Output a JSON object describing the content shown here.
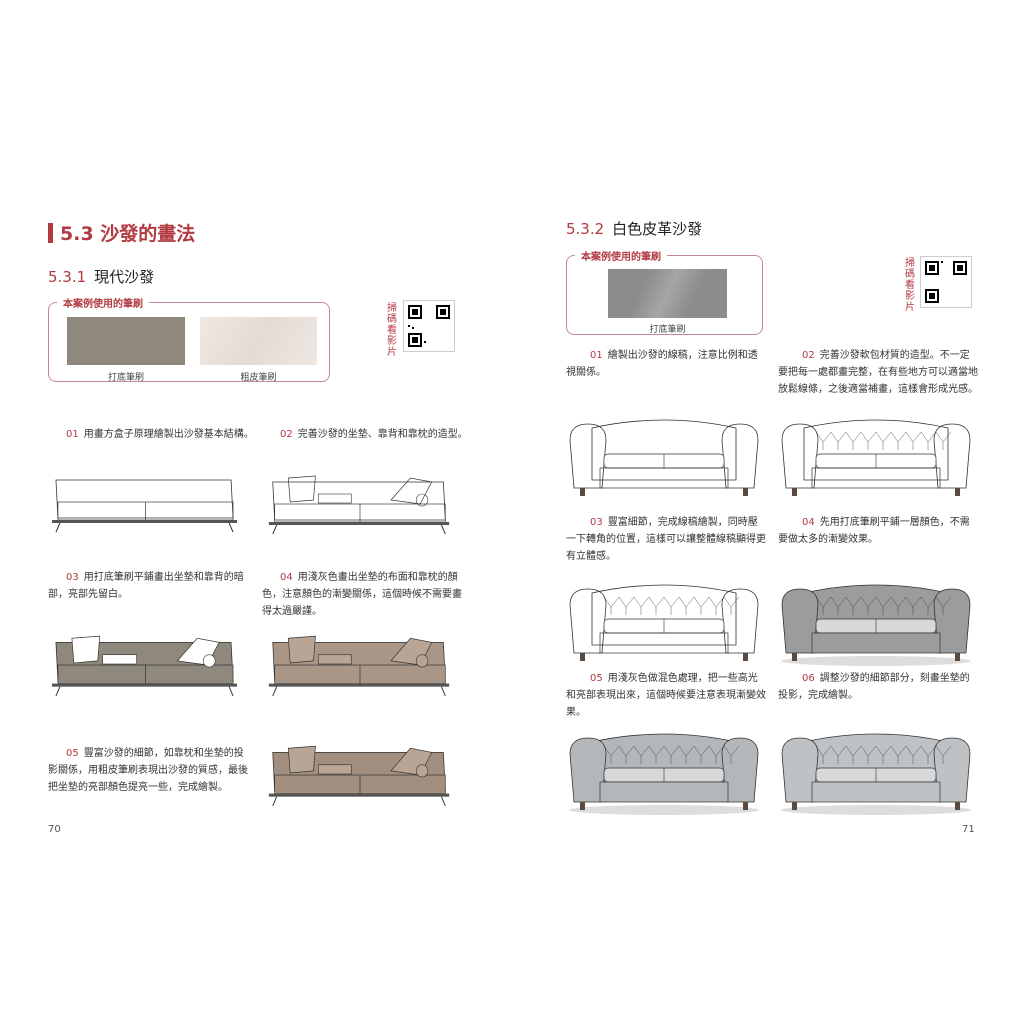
{
  "left_page": {
    "section_title": "5.3 沙發的畫法",
    "subsection_number": "5.3.1",
    "subsection_title": "現代沙發",
    "brush_box_label": "本案例使用的筆刷",
    "brushes": [
      {
        "name": "打底筆刷",
        "color": "#8f887c"
      },
      {
        "name": "粗皮筆刷",
        "color": "#ebe3de"
      }
    ],
    "qr_label": "掃碼看影片",
    "steps": [
      {
        "num": "01",
        "text": "用畫方盒子原理繪製出沙發基本結構。"
      },
      {
        "num": "02",
        "text": "完善沙發的坐墊、靠背和靠枕的造型。"
      },
      {
        "num": "03",
        "text": "用打底筆刷平鋪畫出坐墊和靠背的暗部，亮部先留白。"
      },
      {
        "num": "04",
        "text": "用淺灰色畫出坐墊的布面和靠枕的顏色，注意顏色的漸變關係，這個時候不需要畫得太過嚴謹。"
      },
      {
        "num": "05",
        "text": "豐富沙發的細節，如靠枕和坐墊的投影關係，用粗皮筆刷表現出沙發的質感，最後把坐墊的亮部顏色提亮一些，完成繪製。"
      }
    ],
    "page_number": "70"
  },
  "right_page": {
    "subsection_number": "5.3.2",
    "subsection_title": "白色皮革沙發",
    "brush_box_label": "本案例使用的筆刷",
    "brushes": [
      {
        "name": "打底筆刷",
        "color": "#8a8c8d"
      }
    ],
    "qr_label": "掃碼看影片",
    "steps": [
      {
        "num": "01",
        "text": "繪製出沙發的線稿，注意比例和透視關係。"
      },
      {
        "num": "02",
        "text": "完善沙發軟包材質的造型。不一定要把每一處都畫完整，在有些地方可以適當地放鬆線條，之後適當補畫，這樣會形成光感。"
      },
      {
        "num": "03",
        "text": "豐富細節，完成線稿繪製，同時壓一下轉角的位置，這樣可以讓整體線稿顯得更有立體感。"
      },
      {
        "num": "04",
        "text": "先用打底筆刷平鋪一層顏色，不需要做太多的漸變效果。"
      },
      {
        "num": "05",
        "text": "用淺灰色做混色處理，把一些高光和亮部表現出來，這個時候要注意表現漸變效果。"
      },
      {
        "num": "06",
        "text": "調整沙發的細節部分，刻畫坐墊的投影，完成繪製。"
      }
    ],
    "page_number": "71"
  },
  "colors": {
    "accent": "#b23a42"
  }
}
